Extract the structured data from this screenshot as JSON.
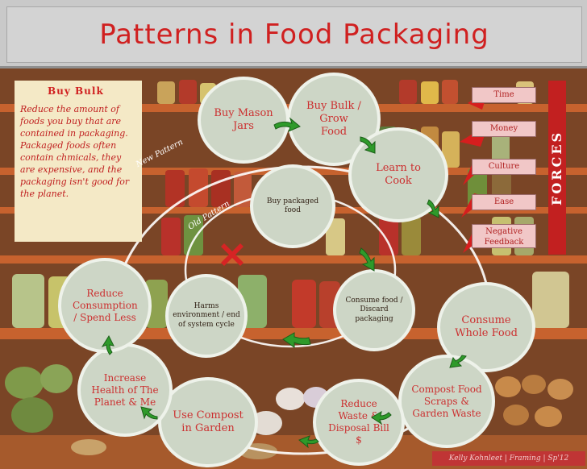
{
  "header": {
    "title": "Patterns in Food Packaging"
  },
  "note": {
    "title": "Buy Bulk",
    "body": "Reduce the amount of foods you buy that are contained in packaging.  Packaged foods often contain chmicals, they are expensive, and the packaging isn't good for the planet."
  },
  "labels": {
    "new_pattern": "New Pattern",
    "old_pattern": "Old Pattern"
  },
  "new_pattern_steps": {
    "buy_mason_jars": "Buy Mason Jars",
    "buy_bulk": "Buy Bulk / Grow Food",
    "learn_to_cook": "Learn to Cook",
    "consume_whole_food": "Consume Whole Food",
    "compost": "Compost Food Scraps & Garden Waste",
    "reduce_waste": "Reduce Waste & Disposal Bill $",
    "use_compost": "Use Compost in Garden",
    "increase_health": "Increase Health of The Planet & Me",
    "reduce_consumption": "Reduce Consumption / Spend Less"
  },
  "old_pattern_steps": {
    "buy_packaged": "Buy packaged food",
    "consume_discard": "Consume food / Discard packaging",
    "harms": "Harms environment / end of system cycle"
  },
  "forces": {
    "title": "FORCES",
    "items": [
      "Time",
      "Money",
      "Culture",
      "Ease",
      "Negative Feedback"
    ]
  },
  "credit": "Kelly Kohnleet | Framing | Sp'12",
  "colors": {
    "title_red": "#d02020",
    "circle_fill": "#cdd6c6",
    "arrow_green": "#2e9a2a",
    "force_fill": "#f1c7c7"
  }
}
